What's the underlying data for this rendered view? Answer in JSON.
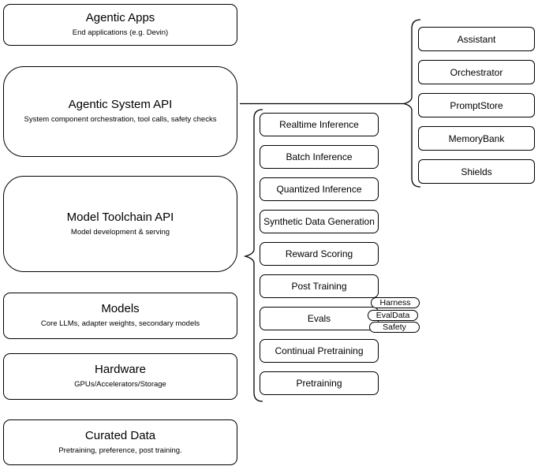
{
  "diagram": {
    "left_column": [
      {
        "title": "Agentic Apps",
        "subtitle": "End applications (e.g. Devin)"
      },
      {
        "title": "Agentic System API",
        "subtitle": "System component orchestration, tool calls, safety checks"
      },
      {
        "title": "Model Toolchain API",
        "subtitle": "Model development & serving"
      },
      {
        "title": "Models",
        "subtitle": "Core LLMs, adapter weights, secondary models"
      },
      {
        "title": "Hardware",
        "subtitle": "GPUs/Accelerators/Storage"
      },
      {
        "title": "Curated Data",
        "subtitle": "Pretraining, preference, post training."
      }
    ],
    "toolchain_items": [
      "Realtime Inference",
      "Batch Inference",
      "Quantized Inference",
      "Synthetic Data Generation",
      "Reward Scoring",
      "Post Training",
      "Evals",
      "Continual Pretraining",
      "Pretraining"
    ],
    "evals_tags": [
      "Harness",
      "EvalData",
      "Safety"
    ],
    "system_components": [
      "Assistant",
      "Orchestrator",
      "PromptStore",
      "MemoryBank",
      "Shields"
    ],
    "colors": {
      "stroke": "#000000",
      "fill": "#ffffff",
      "text": "#000000"
    }
  }
}
